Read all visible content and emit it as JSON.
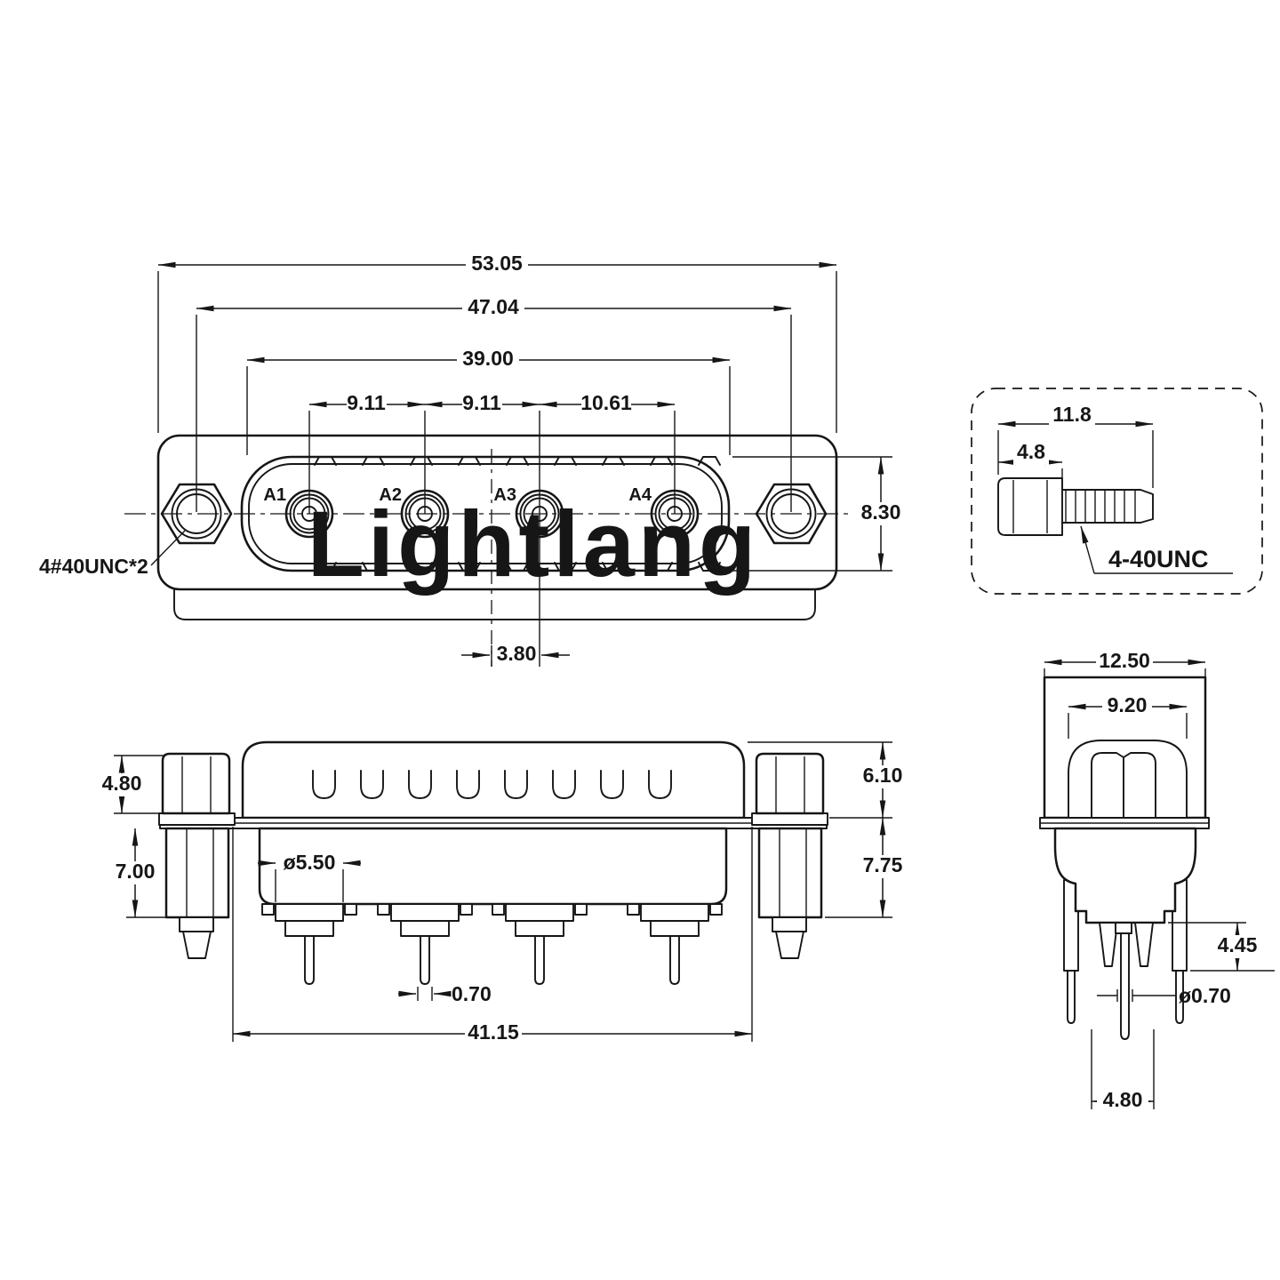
{
  "watermark": {
    "text": "Lightlang",
    "color": "#f2bdc0"
  },
  "front_view": {
    "contacts": [
      {
        "label": "A1"
      },
      {
        "label": "A2"
      },
      {
        "label": "A3"
      },
      {
        "label": "A4"
      }
    ],
    "dims": {
      "total_width": "53.05",
      "mount_span": "47.04",
      "shell_width": "39.00",
      "pitch_a1_a2": "9.11",
      "pitch_a2_a3": "9.11",
      "pitch_a3_a4": "10.61",
      "shell_height": "8.30",
      "center_to_a3": "3.80"
    },
    "screw_note": "4#40UNC*2"
  },
  "screw_detail": {
    "dims": {
      "total_length": "11.8",
      "head_length": "4.8"
    },
    "thread_label": "4-40UNC"
  },
  "side_view": {
    "dims": {
      "screw_head_height": "4.80",
      "screw_bush_height": "7.00",
      "insulator_dia": "ø5.50",
      "pin_width": "0.70",
      "housing_width": "41.15",
      "shell_top_height": "6.10",
      "rear_height": "7.75"
    }
  },
  "end_view": {
    "dims": {
      "shell_width": "12.50",
      "mouth_width": "9.20",
      "tail_length": "4.45",
      "pin_dia": "ø0.70",
      "pin_span": "4.80"
    }
  }
}
